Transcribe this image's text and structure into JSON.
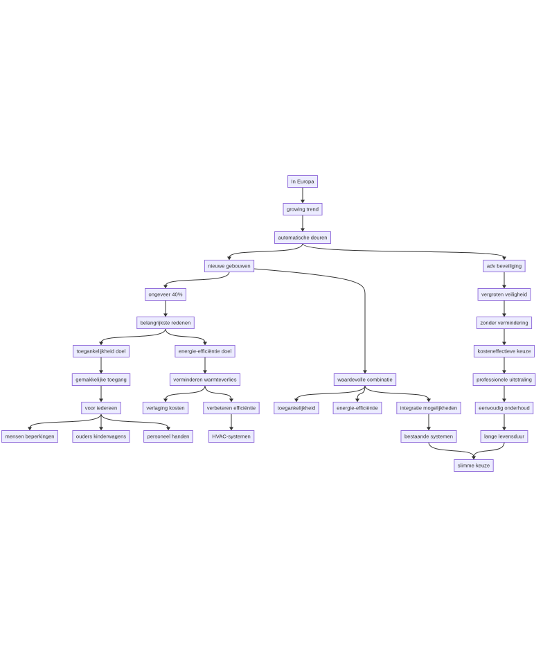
{
  "diagram": {
    "type": "flowchart",
    "direction": "top-down",
    "colors": {
      "node_fill": "#ECECFF",
      "node_border": "#9370DB",
      "edge": "#333333",
      "text": "#333333"
    },
    "nodes": [
      {
        "id": "n1",
        "label": "In Europa"
      },
      {
        "id": "n2",
        "label": "growing trend"
      },
      {
        "id": "n3",
        "label": "automatische deuren"
      },
      {
        "id": "n4",
        "label": "nieuwe gebouwen"
      },
      {
        "id": "n5",
        "label": "adv beveiliging"
      },
      {
        "id": "n6",
        "label": "ongeveer 40%"
      },
      {
        "id": "n7",
        "label": "vergroten veiligheid"
      },
      {
        "id": "n8",
        "label": "belangrijkste redenen"
      },
      {
        "id": "n9",
        "label": "zonder vermindering"
      },
      {
        "id": "n10",
        "label": "toegankelijkheid doel"
      },
      {
        "id": "n11",
        "label": "energie-efficiëntie doel"
      },
      {
        "id": "n12",
        "label": "kosteneffectieve keuze"
      },
      {
        "id": "n13",
        "label": "gemakkelijke toegang"
      },
      {
        "id": "n14",
        "label": "verminderen warmteverlies"
      },
      {
        "id": "n15",
        "label": "waardevolle combinatie"
      },
      {
        "id": "n16",
        "label": "professionele uitstraling"
      },
      {
        "id": "n17",
        "label": "voor iedereen"
      },
      {
        "id": "n18",
        "label": "verlaging kosten"
      },
      {
        "id": "n19",
        "label": "verbeteren efficiëntie"
      },
      {
        "id": "n20",
        "label": "toegankelijkheid"
      },
      {
        "id": "n21",
        "label": "energie-efficiëntie"
      },
      {
        "id": "n22",
        "label": "integratie mogelijkheden"
      },
      {
        "id": "n23",
        "label": "eenvoudig onderhoud"
      },
      {
        "id": "n24",
        "label": "mensen beperkingen"
      },
      {
        "id": "n25",
        "label": "ouders kinderwagens"
      },
      {
        "id": "n26",
        "label": "personeel handen"
      },
      {
        "id": "n27",
        "label": "HVAC-systemen"
      },
      {
        "id": "n28",
        "label": "bestaande systemen"
      },
      {
        "id": "n29",
        "label": "lange levensduur"
      },
      {
        "id": "n30",
        "label": "slimme keuze"
      }
    ],
    "edges": [
      {
        "from": "n1",
        "to": "n2"
      },
      {
        "from": "n2",
        "to": "n3"
      },
      {
        "from": "n3",
        "to": "n4"
      },
      {
        "from": "n3",
        "to": "n5"
      },
      {
        "from": "n4",
        "to": "n6"
      },
      {
        "from": "n4",
        "to": "n15"
      },
      {
        "from": "n6",
        "to": "n8"
      },
      {
        "from": "n8",
        "to": "n10"
      },
      {
        "from": "n8",
        "to": "n11"
      },
      {
        "from": "n10",
        "to": "n13"
      },
      {
        "from": "n11",
        "to": "n14"
      },
      {
        "from": "n13",
        "to": "n17"
      },
      {
        "from": "n14",
        "to": "n18"
      },
      {
        "from": "n14",
        "to": "n19"
      },
      {
        "from": "n17",
        "to": "n24"
      },
      {
        "from": "n17",
        "to": "n25"
      },
      {
        "from": "n17",
        "to": "n26"
      },
      {
        "from": "n19",
        "to": "n27"
      },
      {
        "from": "n15",
        "to": "n20"
      },
      {
        "from": "n15",
        "to": "n21"
      },
      {
        "from": "n15",
        "to": "n22"
      },
      {
        "from": "n22",
        "to": "n28"
      },
      {
        "from": "n28",
        "to": "n30"
      },
      {
        "from": "n5",
        "to": "n7"
      },
      {
        "from": "n7",
        "to": "n9"
      },
      {
        "from": "n9",
        "to": "n12"
      },
      {
        "from": "n12",
        "to": "n16"
      },
      {
        "from": "n16",
        "to": "n23"
      },
      {
        "from": "n23",
        "to": "n29"
      },
      {
        "from": "n29",
        "to": "n30"
      }
    ]
  }
}
